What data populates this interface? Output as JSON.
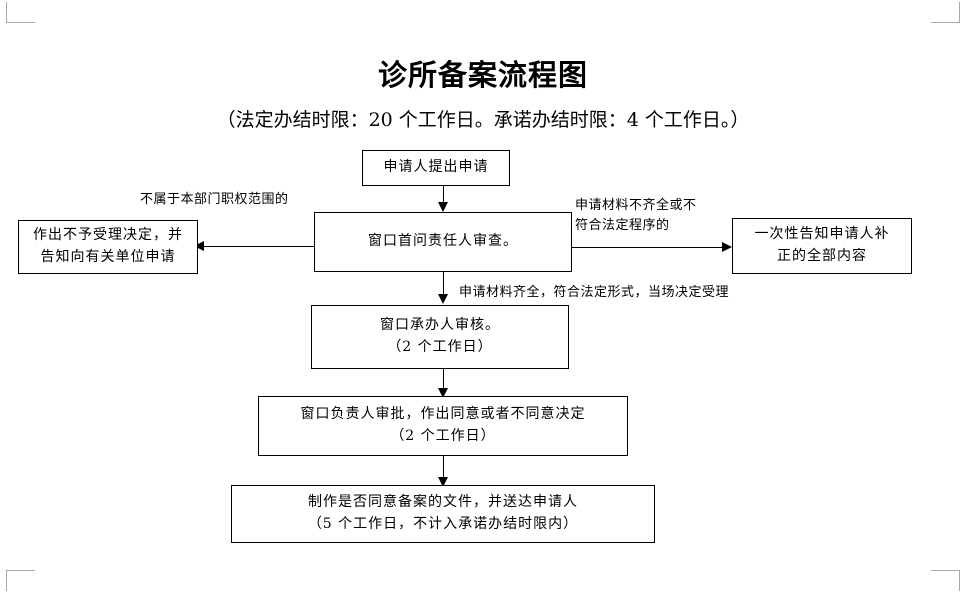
{
  "document": {
    "title": "诊所备案流程图",
    "subtitle": "（法定办结时限：20 个工作日。承诺办结时限：4 个工作日。）"
  },
  "flow": {
    "nodes": [
      {
        "id": "applicant-submits",
        "lines": [
          "申请人提出申请"
        ]
      },
      {
        "id": "first-inquiry-review",
        "lines": [
          "窗口首问责任人审查。"
        ]
      },
      {
        "id": "reject-decision",
        "lines": [
          "作出不予受理决定，并",
          "告知向有关单位申请"
        ]
      },
      {
        "id": "one-time-notice",
        "lines": [
          "一次性告知申请人补",
          "正的全部内容"
        ]
      },
      {
        "id": "window-handler-review",
        "lines": [
          "窗口承办人审核。",
          "（2 个工作日）"
        ]
      },
      {
        "id": "window-leader-approval",
        "lines": [
          "窗口负责人审批，作出同意或者不同意决定",
          "（2 个工作日）"
        ]
      },
      {
        "id": "produce-document",
        "lines": [
          "制作是否同意备案的文件，并送达申请人",
          "（5 个工作日，不计入承诺办结时限内）"
        ]
      }
    ],
    "edge_labels": [
      {
        "id": "out-of-scope",
        "lines": [
          "不属于本部门职权范围的"
        ]
      },
      {
        "id": "incomplete-materials",
        "lines": [
          "申请材料不齐全或不",
          "符合法定程序的"
        ]
      },
      {
        "id": "materials-complete",
        "lines": [
          "申请材料齐全，符合法定形式，当场决定受理"
        ]
      }
    ]
  }
}
